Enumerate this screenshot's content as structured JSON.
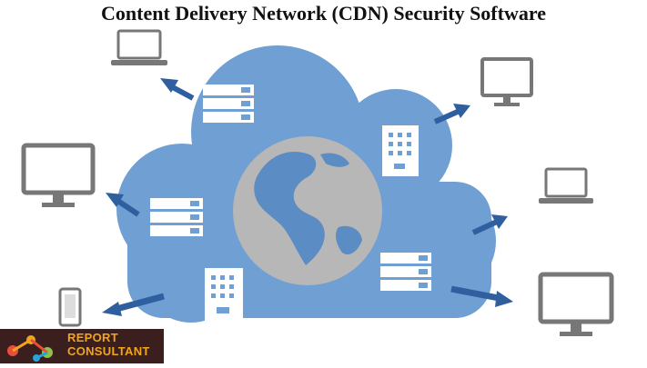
{
  "title": "Content Delivery Network (CDN) Security Software",
  "logo": {
    "line1": "REPORT",
    "line2": "CONSULTANT"
  },
  "colors": {
    "cloud": "#6f9fd3",
    "cloud_edge": "#5b8cc4",
    "globe": "#b7b7b7",
    "land": "#5b8cc4",
    "arrow": "#2f5f9e",
    "device": "#777777",
    "logo_bg": "#3b1e1e",
    "logo_text": "#f0a51c"
  },
  "icons": [
    "laptop-icon",
    "monitor-icon",
    "smartphone-icon",
    "server-rack-icon",
    "server-tower-icon",
    "globe-icon",
    "arrow-icon"
  ]
}
